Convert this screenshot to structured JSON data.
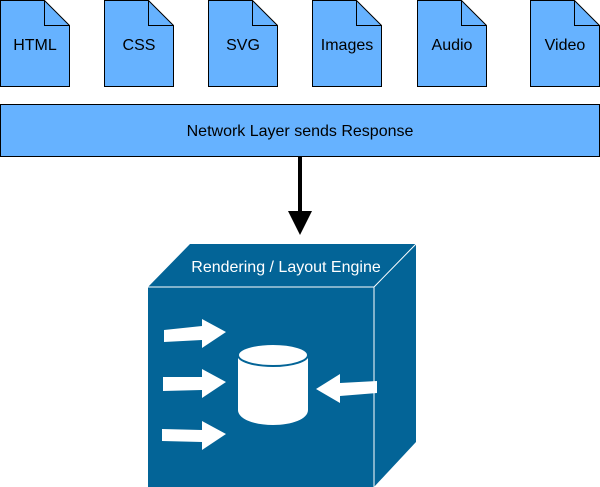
{
  "documents": [
    {
      "label": "HTML"
    },
    {
      "label": "CSS"
    },
    {
      "label": "SVG"
    },
    {
      "label": "Images"
    },
    {
      "label": "Audio"
    },
    {
      "label": "Video"
    }
  ],
  "network_layer": {
    "label": "Network Layer sends Response"
  },
  "engine": {
    "label": "Rendering / Layout Engine"
  },
  "colors": {
    "document_fill": "#66b2ff",
    "engine_fill": "#036497",
    "arrow": "#000000"
  }
}
